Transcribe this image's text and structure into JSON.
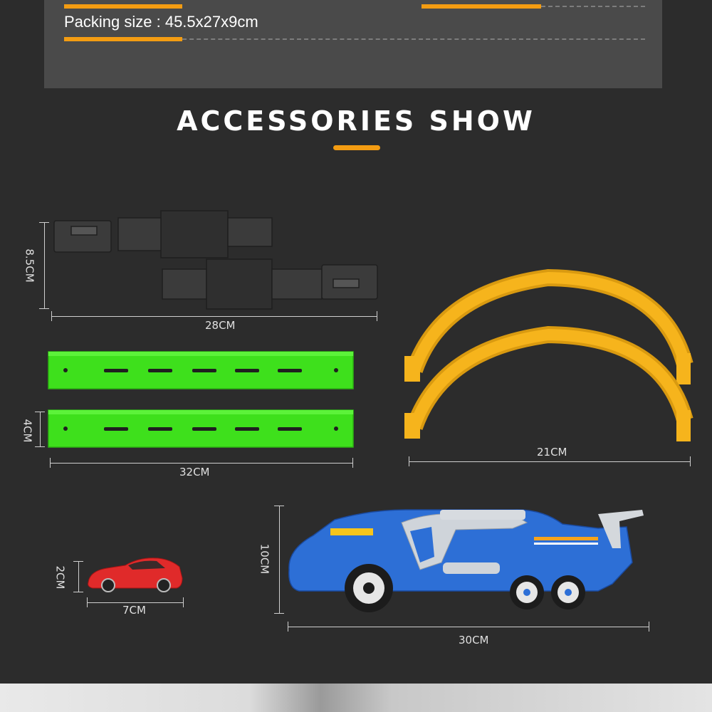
{
  "packing": {
    "text": "Packing size : 45.5x27x9cm"
  },
  "section": {
    "title": "ACCESSORIES SHOW"
  },
  "accessories": [
    {
      "id": "launcher-ramp",
      "width_label": "28CM",
      "height_label": "8.5CM",
      "color": "#3a3a3a"
    },
    {
      "id": "green-track",
      "width_label": "32CM",
      "height_label": "4CM",
      "color": "#3ee01c"
    },
    {
      "id": "yellow-arc-track",
      "width_label": "21CM",
      "color": "#f6b41c"
    },
    {
      "id": "red-car",
      "width_label": "7CM",
      "height_label": "2CM",
      "color": "#e02a2a"
    },
    {
      "id": "blue-launcher-truck",
      "width_label": "30CM",
      "height_label": "10CM",
      "color": "#2d6fd6"
    }
  ],
  "colors": {
    "accent": "#f39c12",
    "background": "#2c2c2c",
    "panel": "#4a4a4a"
  }
}
